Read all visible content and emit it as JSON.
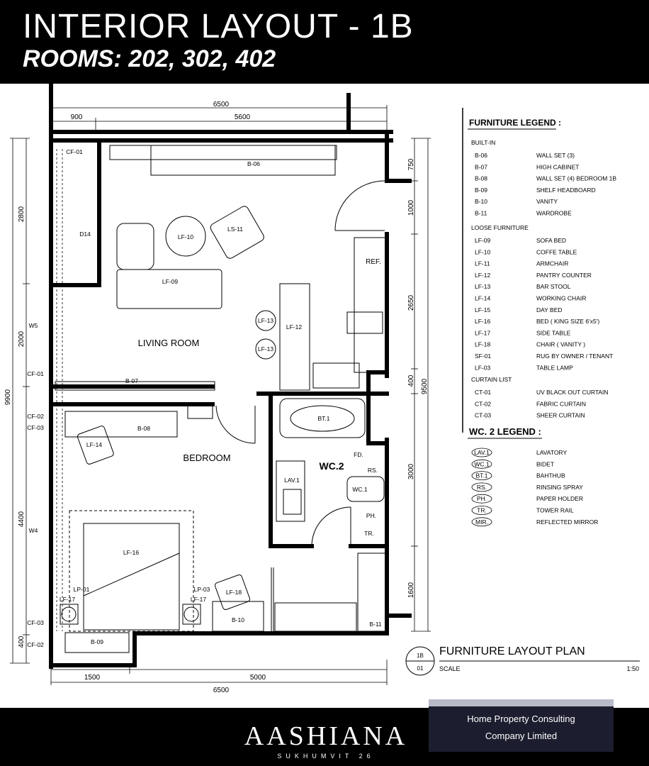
{
  "header": {
    "title": "INTERIOR LAYOUT - 1B",
    "subtitle": "ROOMS: 202, 302, 402"
  },
  "dimensions": {
    "top_total": "6500",
    "top_left": "900",
    "top_right": "5600",
    "bottom_left": "1500",
    "bottom_right": "5000",
    "bottom_total": "6500",
    "left_total": "9900",
    "left_1": "2800",
    "left_2": "2000",
    "left_3": "4400",
    "left_4": "400",
    "right_total": "9500",
    "right_1": "750",
    "right_2": "1000",
    "right_3": "2650",
    "right_4": "400",
    "right_5": "3000",
    "right_6": "1600"
  },
  "rooms": {
    "living": "LIVING ROOM",
    "bedroom": "BEDROOM",
    "wc": "WC.2",
    "ref": "REF."
  },
  "plan_tags": {
    "b06": "B-06",
    "b07": "B-07",
    "b08": "B-08",
    "b09": "B-09",
    "b10": "B-10",
    "b11": "B-11",
    "lf10": "LF-10",
    "ls11": "LS-11",
    "lf09": "LF-09",
    "lf12": "LF-12",
    "lf13a": "LF-13",
    "lf13b": "LF-13",
    "lf14": "LF-14",
    "lf16": "LF-16",
    "lf18": "LF-18",
    "lf17a": "LF-17",
    "lf17b": "LF-17",
    "lp01": "LP-01",
    "lp03": "LP-03",
    "d14": "D14",
    "w5": "W5",
    "w4": "W4",
    "cf01a": "CF-01",
    "cf01b": "CF-01",
    "cf02a": "CF-02",
    "cf03a": "CF-03",
    "cf03b": "CF-03",
    "cf02b": "CF-02",
    "bt1": "BT.1",
    "lav1": "LAV.1",
    "fd": "FD.",
    "rs": "RS.",
    "wc1": "WC.1",
    "ph": "PH.",
    "tr": "TR."
  },
  "legend": {
    "title": "FURNITURE LEGEND :",
    "built_in_heading": "BUILT-IN",
    "built_in": [
      {
        "code": "B-06",
        "desc": "WALL SET (3)"
      },
      {
        "code": "B-07",
        "desc": "HIGH CABINET"
      },
      {
        "code": "B-08",
        "desc": "WALL SET (4) BEDROOM 1B"
      },
      {
        "code": "B-09",
        "desc": "SHELF HEADBOARD"
      },
      {
        "code": "B-10",
        "desc": "VANITY"
      },
      {
        "code": "B-11",
        "desc": "WARDROBE"
      }
    ],
    "loose_heading": "LOOSE FURNITURE",
    "loose": [
      {
        "code": "LF-09",
        "desc": "SOFA BED"
      },
      {
        "code": "LF-10",
        "desc": "COFFE TABLE"
      },
      {
        "code": "LF-11",
        "desc": "ARMCHAIR"
      },
      {
        "code": "LF-12",
        "desc": "PANTRY COUNTER"
      },
      {
        "code": "LF-13",
        "desc": "BAR STOOL"
      },
      {
        "code": "LF-14",
        "desc": "WORKING CHAIR"
      },
      {
        "code": "LF-15",
        "desc": "DAY BED"
      },
      {
        "code": "LF-16",
        "desc": "BED ( KING SIZE 6'x5')"
      },
      {
        "code": "LF-17",
        "desc": "SIDE TABLE"
      },
      {
        "code": "LF-18",
        "desc": "CHAIR ( VANITY )"
      },
      {
        "code": "SF-01",
        "desc": "RUG BY OWNER / TENANT"
      },
      {
        "code": "LF-03",
        "desc": "TABLE LAMP"
      }
    ],
    "curtain_heading": "CURTAIN LIST",
    "curtain": [
      {
        "code": "CT-01",
        "desc": "UV BLACK OUT CURTAIN"
      },
      {
        "code": "CT-02",
        "desc": "FABRIC CURTAIN"
      },
      {
        "code": "CT-03",
        "desc": "SHEER CURTAIN"
      }
    ],
    "wc_title": "WC. 2   LEGEND :",
    "wc": [
      {
        "code": "LAV.1",
        "desc": "LAVATORY"
      },
      {
        "code": "WC.1",
        "desc": "BIDET"
      },
      {
        "code": "BT.1",
        "desc": "BAHTHUB"
      },
      {
        "code": "RS.",
        "desc": "RINSING SPRAY"
      },
      {
        "code": "PH.",
        "desc": "PAPER HOLDER"
      },
      {
        "code": "TR.",
        "desc": "TOWER RAIL"
      },
      {
        "code": "MIR.",
        "desc": "REFLECTED MIRROR"
      }
    ]
  },
  "title_block": {
    "ref_top": "1B",
    "ref_bottom": "01",
    "title": "FURNITURE LAYOUT PLAN",
    "scale_label": "SCALE",
    "scale_value": "1:50"
  },
  "footer": {
    "brand": "AASHIANA",
    "brand_sub": "SUKHUMVIT 26",
    "agency_line1": "Home Property Consulting",
    "agency_line2": "Company Limited"
  }
}
